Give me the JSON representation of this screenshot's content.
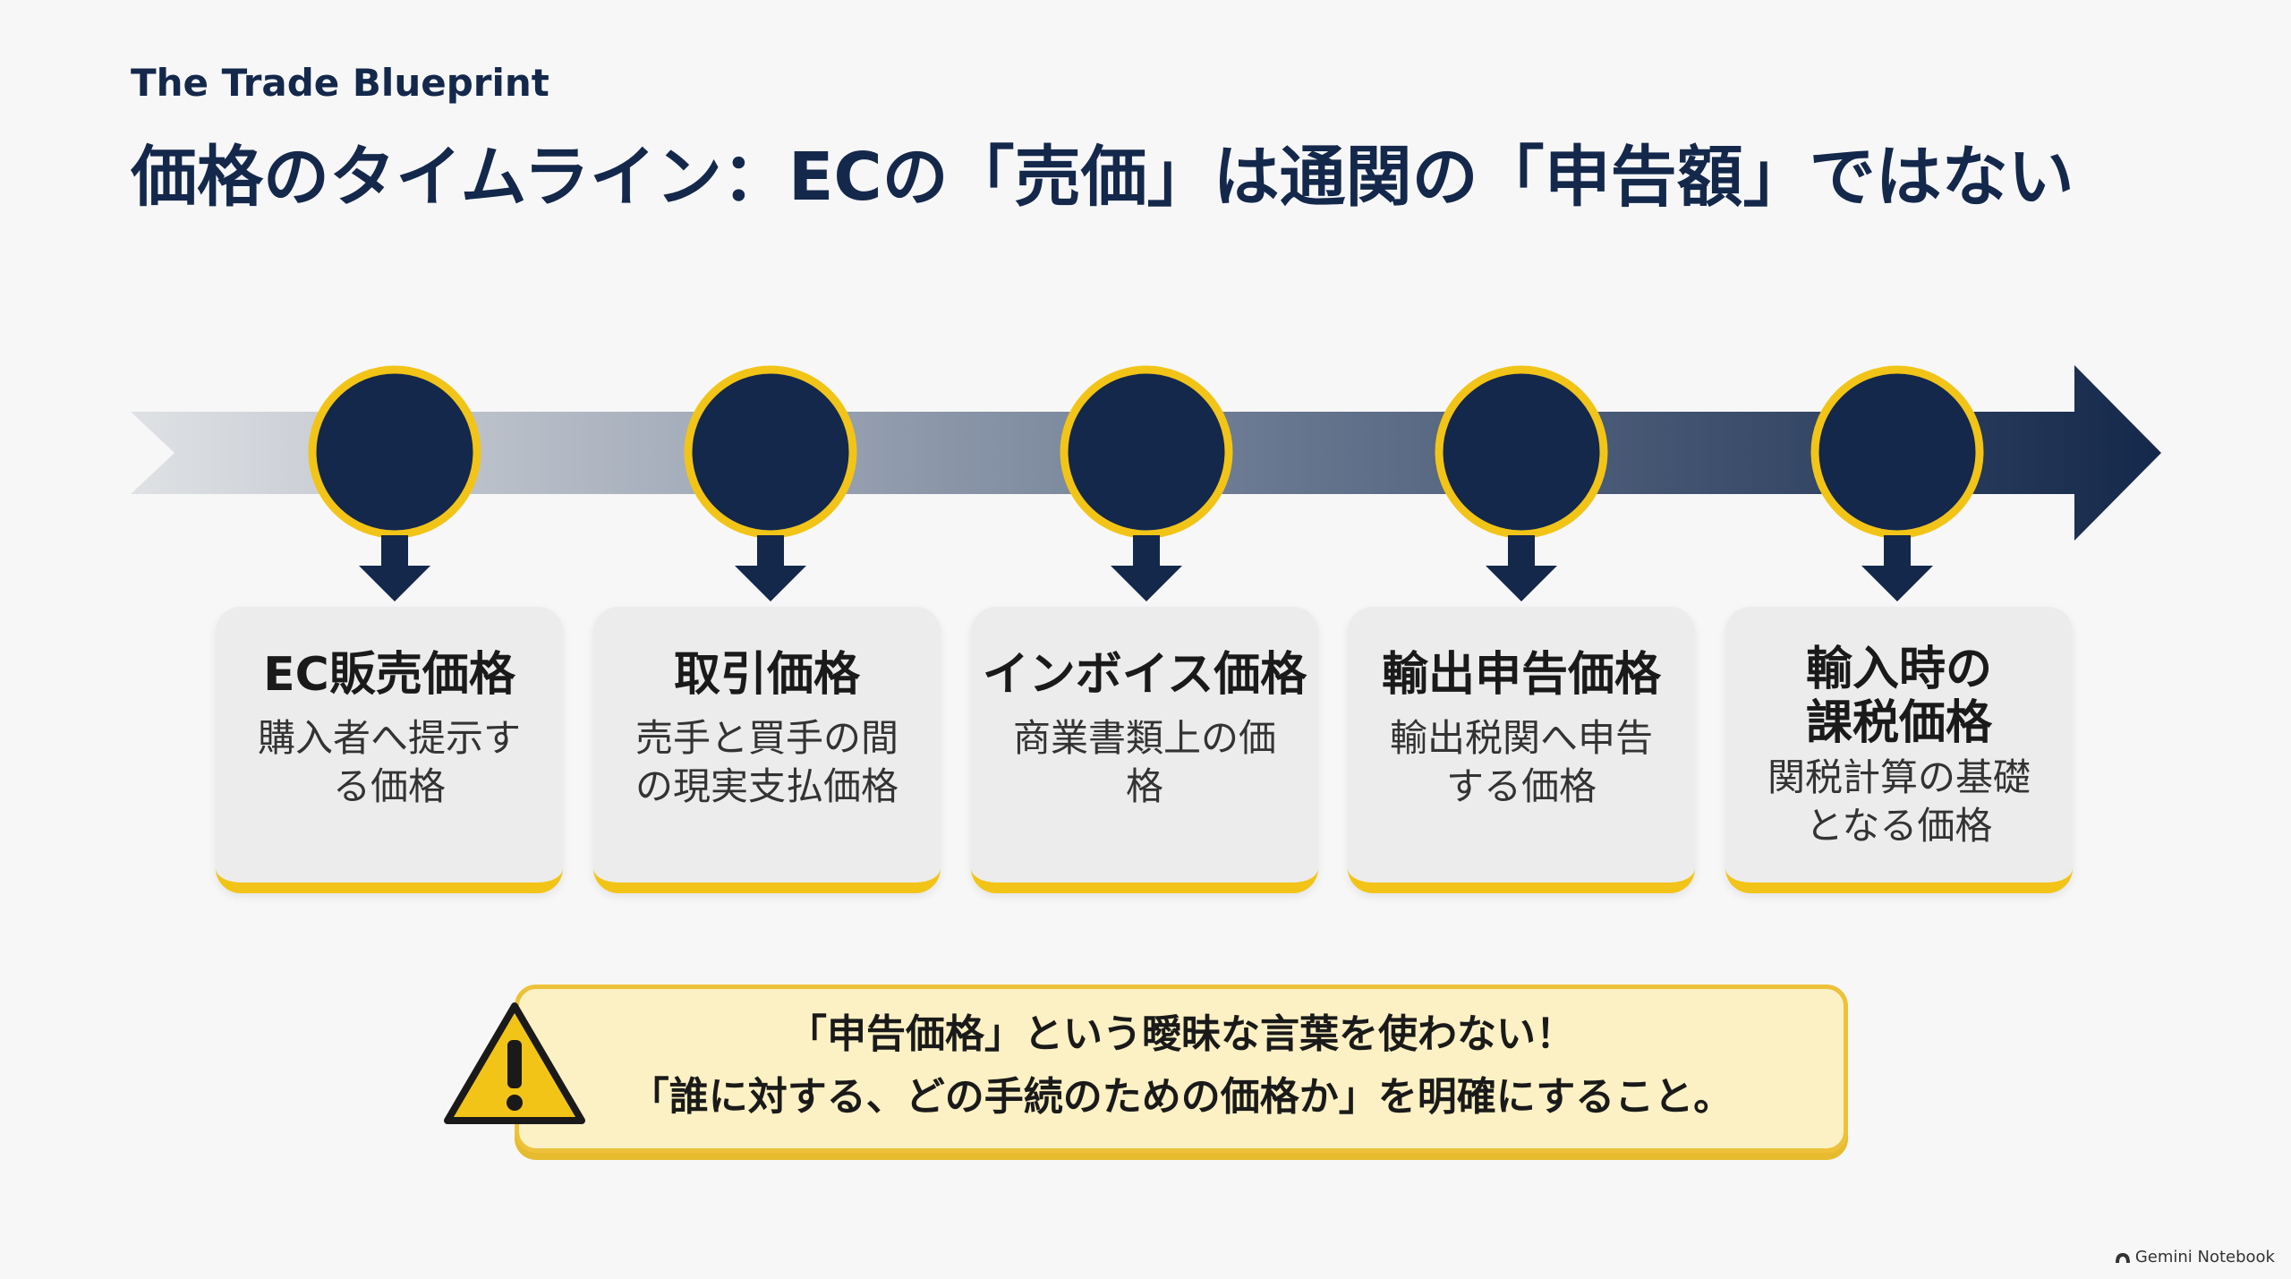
{
  "header": {
    "brand": "The Trade Blueprint",
    "title": "価格のタイムライン：ECの「売価」は通関の「申告額」ではない"
  },
  "timeline": {
    "stages": [
      {
        "title": "EC販売価格",
        "desc": "購入者へ提示する価格"
      },
      {
        "title": "取引価格",
        "desc": "売手と買手の間の現実支払価格"
      },
      {
        "title": "インボイス価格",
        "desc": "商業書類上の価格"
      },
      {
        "title": "輸出申告価格",
        "desc": "輸出税関へ申告する価格"
      },
      {
        "title": "輸入時の課税価格",
        "desc": "関税計算の基礎となる価格"
      }
    ]
  },
  "warning": {
    "line1": "「申告価格」という曖昧な言葉を使わない！",
    "line2": "「誰に対する、どの手続のための価格か」を明確にすること。",
    "icon": "warning-icon"
  },
  "footer": {
    "label": "Gemini Notebook",
    "icon": "gemini-notebook-logo-icon"
  },
  "colors": {
    "navy": "#14284b",
    "gold": "#f2c417",
    "card": "#ececec",
    "warning_bg": "#fcf1c4"
  }
}
